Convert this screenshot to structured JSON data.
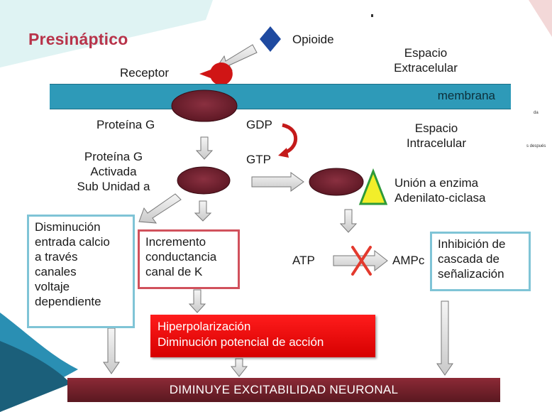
{
  "title": "Presináptico",
  "opioid_label": "Opioide",
  "receptor_label": "Receptor",
  "extracellular": [
    "Espacio",
    "Extracelular"
  ],
  "membrane_label": "membrana",
  "protein_g_label": "Proteína G",
  "gdp_label": "GDP",
  "gtp_label": "GTP",
  "intracellular": [
    "Espacio",
    "Intracelular"
  ],
  "activated_protein": [
    "Proteína G",
    "Activada",
    "Sub Unidad a"
  ],
  "enzyme_label": [
    "Unión a enzima",
    "Adenilato-ciclasa"
  ],
  "calcium_box": [
    "Disminución",
    "entrada calcio",
    "a través",
    "canales",
    "voltaje",
    "dependiente"
  ],
  "potassium_box": [
    "Incremento",
    "conductancia",
    "canal de K"
  ],
  "atp_label": "ATP",
  "ampc_label": "AMPc",
  "inhibition_box": [
    "Inhibición de",
    "cascada de",
    "señalización"
  ],
  "hyper_box": [
    "Hiperpolarización",
    "Diminución potencial de acción"
  ],
  "final_box": "DIMINUYE EXCITABILIDAD NEURONAL",
  "side_marks": [
    "da",
    "s después"
  ],
  "colors": {
    "title": "#b8334a",
    "membrane": "#2e9ab8",
    "protein": "#6e1f2c",
    "opioid": "#1f4aa0",
    "receptor": "#d01515",
    "enzyme_fill": "#f2ee2a",
    "enzyme_stroke": "#2e9a3a",
    "hyper_box": "#e60a0a",
    "final_box": "#6e1f2c",
    "box_blue": "#7fc4d6",
    "box_red": "#d1515c"
  }
}
